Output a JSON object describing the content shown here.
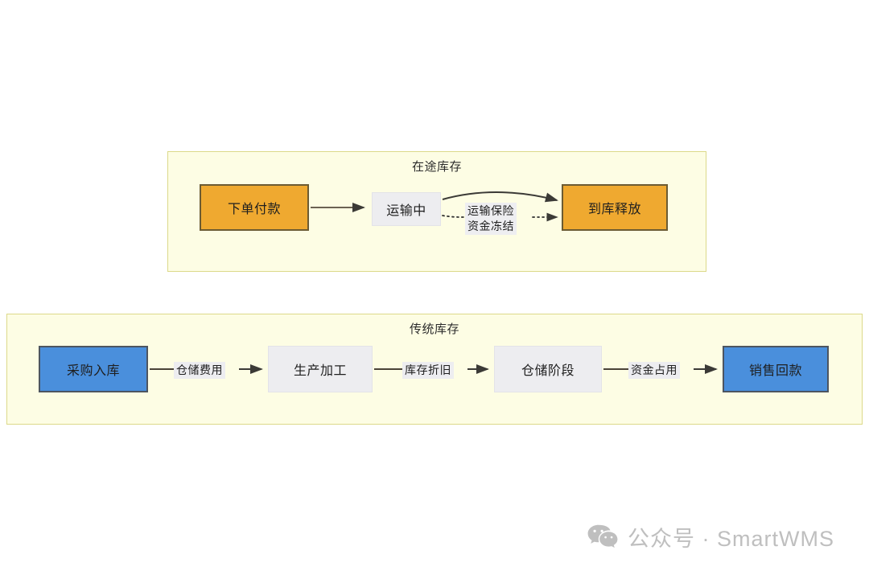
{
  "diagram": {
    "groups": [
      {
        "id": "transit",
        "title": "在途库存",
        "nodes": [
          {
            "id": "order",
            "label": "下单付款",
            "style": "orange"
          },
          {
            "id": "transport",
            "label": "运输中",
            "style": "grey"
          },
          {
            "id": "release",
            "label": "到库释放",
            "style": "orange"
          }
        ],
        "edges": [
          {
            "from": "order",
            "to": "transport",
            "label": "",
            "style": "solid"
          },
          {
            "from": "transport",
            "to": "release",
            "label": "",
            "style": "solid-curved"
          },
          {
            "from": "transport",
            "to": "release",
            "label": "运输保险\n资金冻结",
            "style": "dotted"
          }
        ]
      },
      {
        "id": "traditional",
        "title": "传统库存",
        "nodes": [
          {
            "id": "purchase",
            "label": "采购入库",
            "style": "blue"
          },
          {
            "id": "produce",
            "label": "生产加工",
            "style": "grey"
          },
          {
            "id": "storage",
            "label": "仓储阶段",
            "style": "grey"
          },
          {
            "id": "sales",
            "label": "销售回款",
            "style": "blue"
          }
        ],
        "edges": [
          {
            "from": "purchase",
            "to": "produce",
            "label": "仓储费用",
            "style": "solid"
          },
          {
            "from": "produce",
            "to": "storage",
            "label": "库存折旧",
            "style": "solid"
          },
          {
            "from": "storage",
            "to": "sales",
            "label": "资金占用",
            "style": "solid"
          }
        ]
      }
    ],
    "edge_labels": {
      "insurance_line1": "运输保险",
      "insurance_line2": "资金冻结",
      "storage_fee": "仓储费用",
      "depreciation": "库存折旧",
      "capital_use": "资金占用"
    },
    "colors": {
      "group_bg": "#fdfde4",
      "group_border": "#dcd98a",
      "orange_fill": "#efa930",
      "orange_border": "#6b5b33",
      "blue_fill": "#4a8fdc",
      "blue_border": "#4d5560",
      "grey_fill": "#ededf0",
      "edge_line": "#5b5448",
      "watermark": "#bfbfbf"
    }
  },
  "watermark": {
    "icon": "wechat-icon",
    "text": "公众号 · SmartWMS"
  }
}
